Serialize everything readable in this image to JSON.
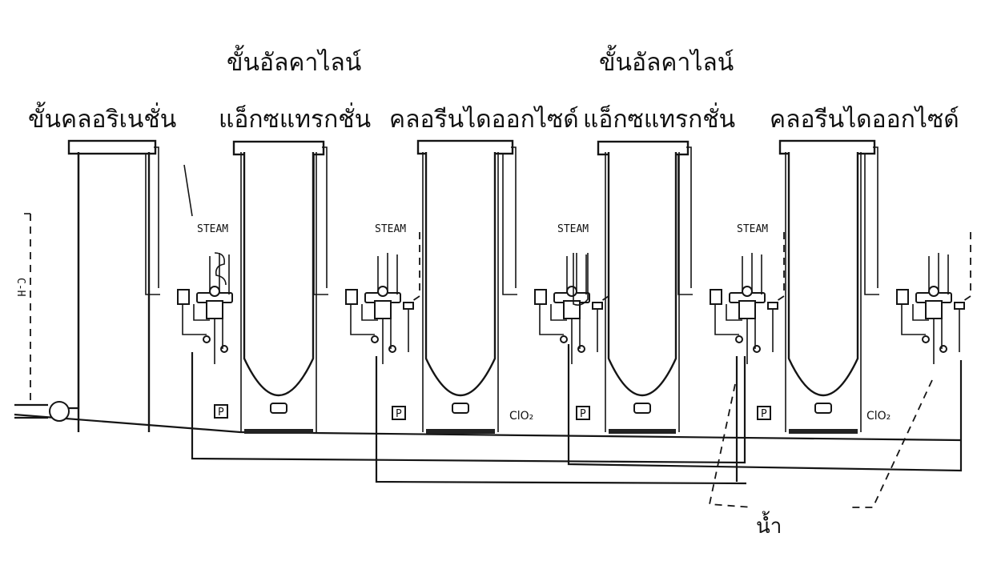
{
  "stages": {
    "chlorination": "ขั้นคลอริเนชั่น",
    "alkaline_line1_a": "ขั้นอัลคาไลน์",
    "alkaline_line2_a": "แอ็กซแทรกชั่น",
    "chlorine_dioxide_a": "คลอรีนไดออกไซด์",
    "alkaline_line1_b": "ขั้นอัลคาไลน์",
    "alkaline_line2_b": "แอ็กซแทรกชั่น",
    "chlorine_dioxide_b": "คลอรีนไดออกไซด์"
  },
  "labels": {
    "steam": "STEAM",
    "clo2": "ClO₂",
    "water": "น้ำ",
    "pump": "P"
  }
}
